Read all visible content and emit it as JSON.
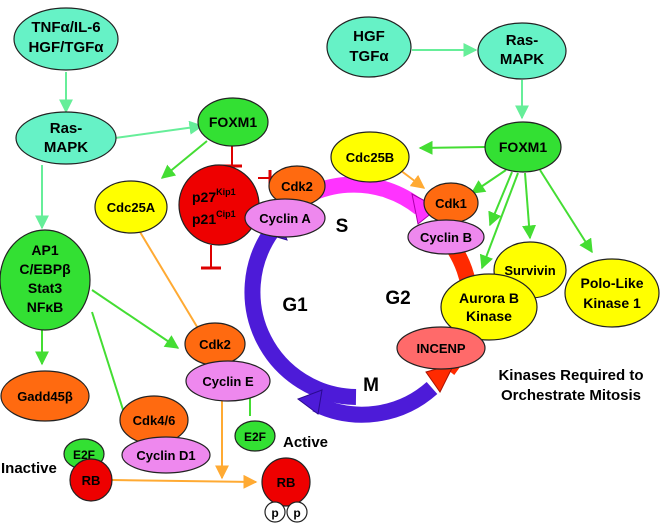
{
  "colors": {
    "teal": "#66f2c6",
    "green": "#33e033",
    "yellow": "#ffff00",
    "orange": "#ff6a10",
    "pink": "#ee88ee",
    "red": "#ee0000",
    "salmon": "#ff6a6a",
    "light_green_arrow": "#66ee99",
    "green_arrow": "#44dd33",
    "orange_arrow": "#ffaa33",
    "inhibitor_red": "#dd0000",
    "cycle_purple": "#4d1bd8",
    "cycle_magenta": "#ff33ff",
    "cycle_red": "#ff2a00",
    "phase_purple": "#8822cc",
    "phase_magenta": "#ee33ee",
    "phase_red": "#ee2200",
    "phase_blue": "#3322cc",
    "caption_blue": "#3322cc"
  },
  "nodes": {
    "tnf_il6": {
      "line1": "TNFα/IL-6",
      "line2": "HGF/TGFα"
    },
    "rasmapk_left": {
      "line1": "Ras-",
      "line2": "MAPK"
    },
    "foxm1_left": {
      "label": "FOXM1"
    },
    "hgf_tgfa": {
      "line1": "HGF",
      "line2": "TGFα"
    },
    "rasmapk_right": {
      "line1": "Ras-",
      "line2": "MAPK"
    },
    "foxm1_right": {
      "label": "FOXM1"
    },
    "cdc25a": {
      "label": "Cdc25A"
    },
    "p27_p21": {
      "p27": "p27",
      "kip1": "Kip1",
      "p21": "p21",
      "cip1": "Cip1"
    },
    "cdk2_top": {
      "label": "Cdk2"
    },
    "cyclin_a": {
      "label": "Cyclin A"
    },
    "cdc25b": {
      "label": "Cdc25B"
    },
    "cdk1": {
      "label": "Cdk1"
    },
    "cyclin_b": {
      "label": "Cyclin B"
    },
    "ap1_group": {
      "line1": "AP1",
      "line2": "C/EBPβ",
      "line3": "Stat3",
      "line4": "NFκB"
    },
    "cdk2_mid": {
      "label": "Cdk2"
    },
    "cyclin_e": {
      "label": "Cyclin E"
    },
    "survivin": {
      "label": "Survivin"
    },
    "aurora_b": {
      "line1": "Aurora B",
      "line2": "Kinase"
    },
    "polo_like": {
      "line1": "Polo-Like",
      "line2": "Kinase 1"
    },
    "incenp": {
      "label": "INCENP"
    },
    "gadd45b": {
      "label": "Gadd45β"
    },
    "cdk46": {
      "label": "Cdk4/6"
    },
    "cyclin_d1": {
      "label": "Cyclin D1"
    },
    "e2f_right": {
      "label": "E2F"
    },
    "e2f_left": {
      "label": "E2F"
    },
    "rb_left": {
      "label": "RB"
    },
    "rb_right": {
      "label": "RB"
    },
    "p_left": {
      "label": "p"
    },
    "p_right": {
      "label": "p"
    }
  },
  "phases": {
    "s": "S",
    "g1": "G1",
    "g2": "G2",
    "m": "M"
  },
  "texts": {
    "inactive": "Inactive",
    "active": "Active",
    "caption_line1": "Kinases Required to",
    "caption_line2": "Orchestrate Mitosis"
  }
}
